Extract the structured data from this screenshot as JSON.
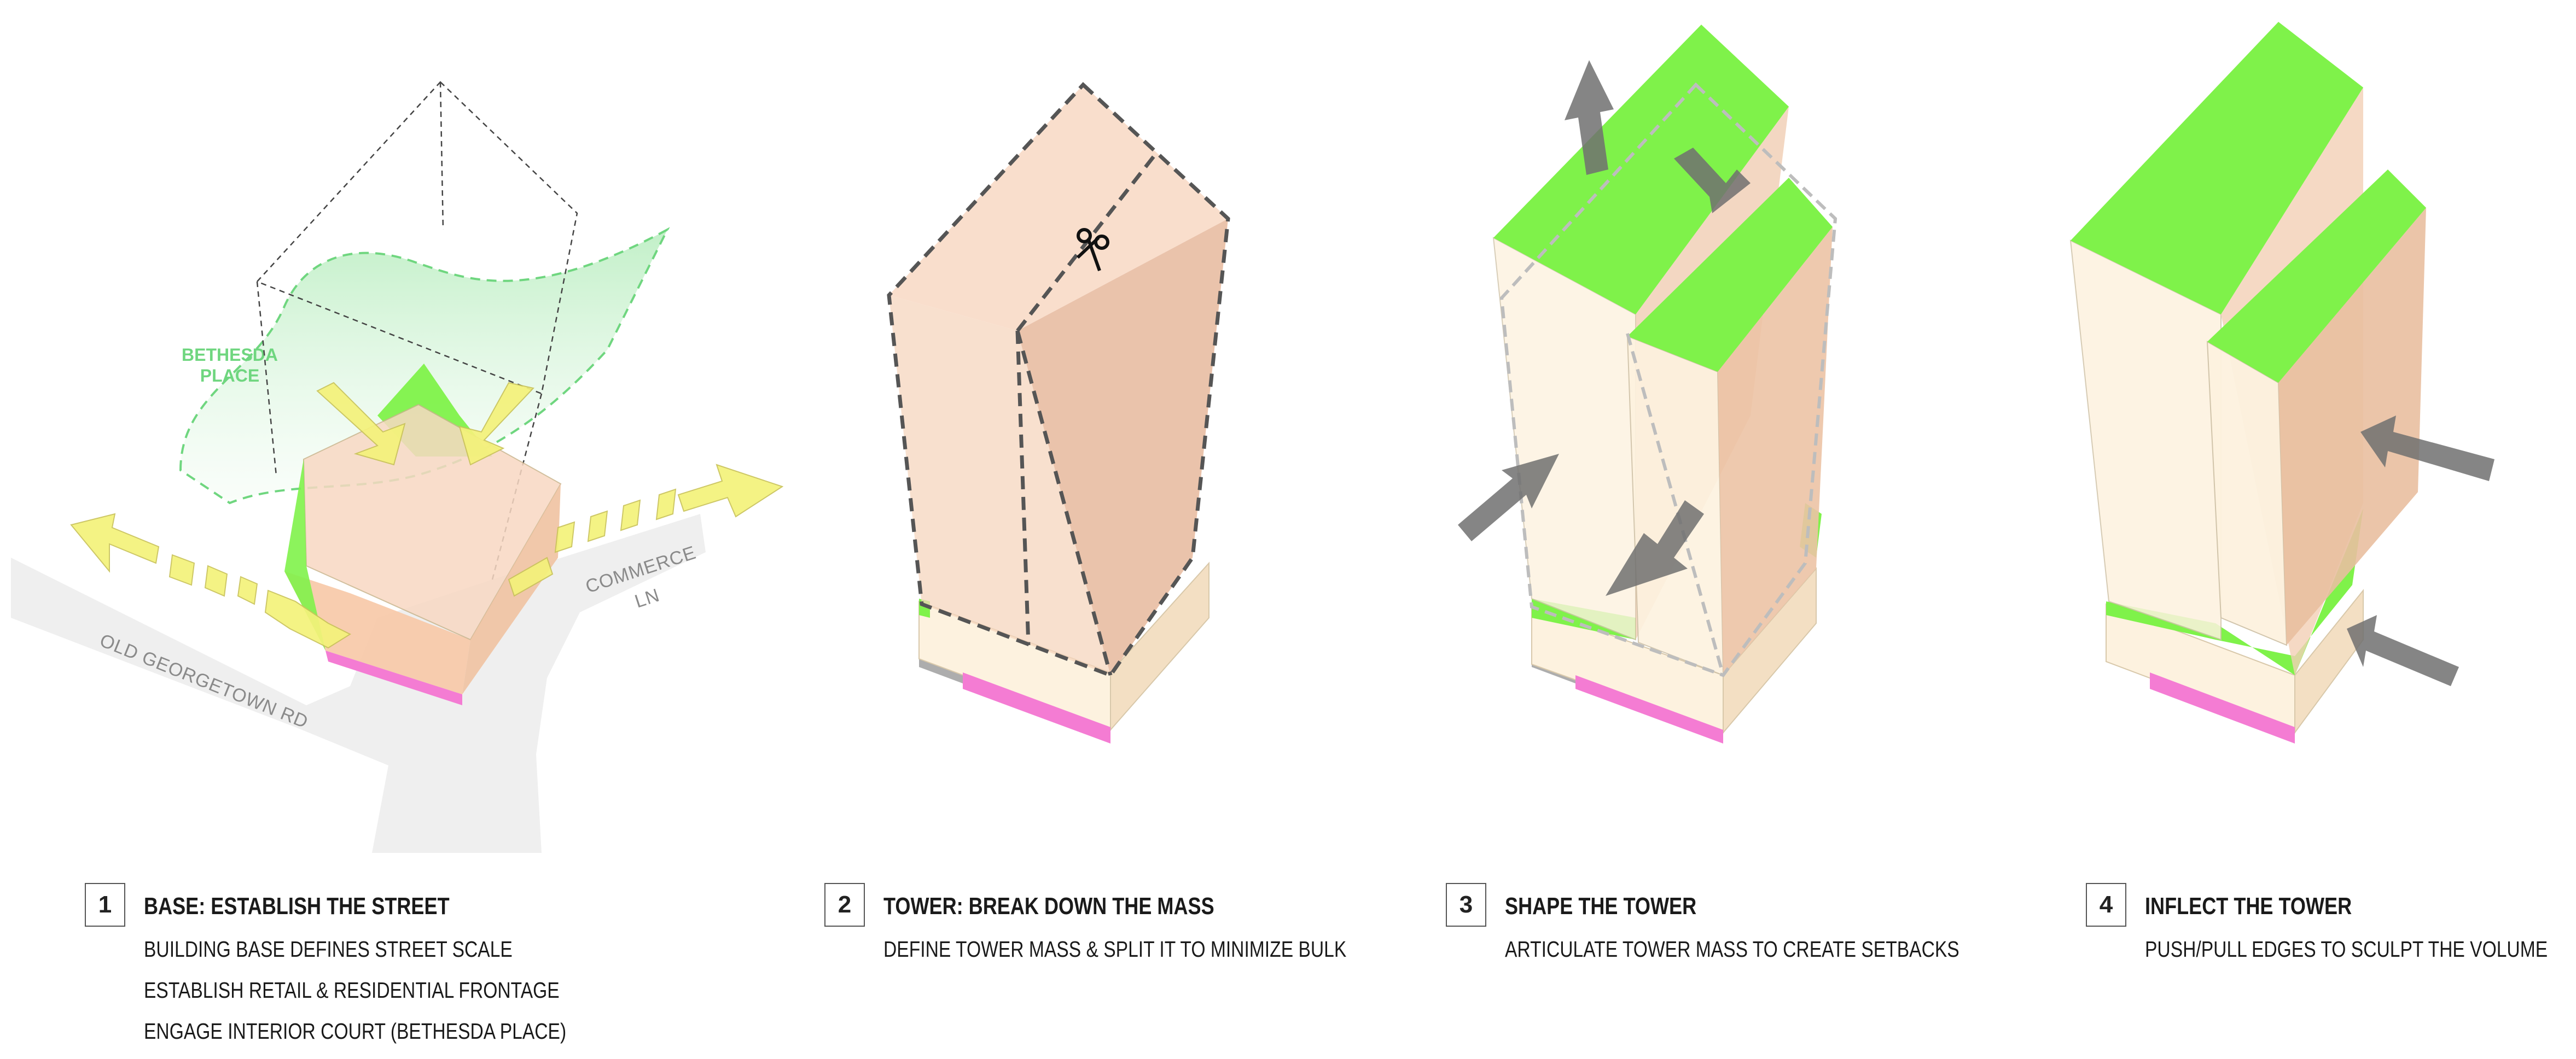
{
  "colors": {
    "green_roof": "#7ff24a",
    "tower_peach": "#f6d5bd",
    "base_cream": "#fdf2df",
    "pink_base": "#f47cd3",
    "arrow_yellow": "#f4f27a",
    "arrow_gray": "#707070",
    "street": "#ededed",
    "place_green": "#6fd67f"
  },
  "map_labels": {
    "street_1": "OLD GEORGETOWN RD",
    "street_2_line1": "COMMERCE",
    "street_2_line2": "LN",
    "place_line1": "BETHESDA",
    "place_line2": "PLACE"
  },
  "icons": {
    "cut": "scissors-icon"
  },
  "steps": [
    {
      "number": "1",
      "title": "BASE: ESTABLISH THE STREET",
      "lines": [
        "BUILDING BASE DEFINES STREET SCALE",
        "ESTABLISH RETAIL & RESIDENTIAL FRONTAGE",
        "ENGAGE INTERIOR COURT (BETHESDA PLACE)"
      ]
    },
    {
      "number": "2",
      "title": "TOWER: BREAK DOWN THE MASS",
      "lines": [
        "DEFINE TOWER MASS & SPLIT IT TO MINIMIZE BULK"
      ]
    },
    {
      "number": "3",
      "title": "SHAPE THE TOWER",
      "lines": [
        "ARTICULATE TOWER MASS TO CREATE SETBACKS"
      ]
    },
    {
      "number": "4",
      "title": "INFLECT THE TOWER",
      "lines": [
        "PUSH/PULL EDGES TO SCULPT THE VOLUME"
      ]
    }
  ]
}
